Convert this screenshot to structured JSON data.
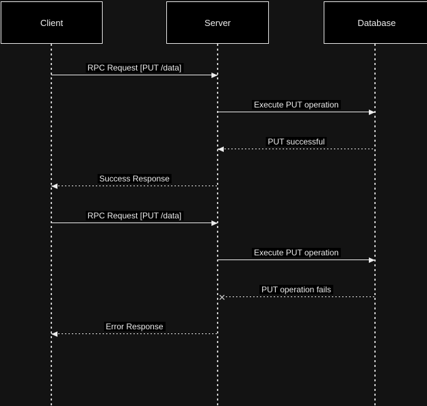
{
  "diagram": {
    "type": "sequence-diagram",
    "actors": [
      {
        "name": "Client"
      },
      {
        "name": "Server"
      },
      {
        "name": "Database"
      }
    ],
    "messages": [
      {
        "from": "Client",
        "to": "Server",
        "label": "RPC Request [PUT /data]",
        "line": "solid",
        "end": "arrowhead"
      },
      {
        "from": "Server",
        "to": "Database",
        "label": "Execute PUT operation",
        "line": "solid",
        "end": "arrowhead"
      },
      {
        "from": "Database",
        "to": "Server",
        "label": "PUT successful",
        "line": "dotted",
        "end": "arrowhead"
      },
      {
        "from": "Server",
        "to": "Client",
        "label": "Success Response",
        "line": "dotted",
        "end": "arrowhead"
      },
      {
        "from": "Client",
        "to": "Server",
        "label": "RPC Request [PUT /data]",
        "line": "solid",
        "end": "arrowhead"
      },
      {
        "from": "Server",
        "to": "Database",
        "label": "Execute PUT operation",
        "line": "solid",
        "end": "arrowhead"
      },
      {
        "from": "Database",
        "to": "Server",
        "label": "PUT operation fails",
        "line": "dotted",
        "end": "cross"
      },
      {
        "from": "Server",
        "to": "Client",
        "label": "Error Response",
        "line": "dotted",
        "end": "arrowhead"
      }
    ],
    "icons": {
      "fail_cross": "✕"
    },
    "colors": {
      "background": "#131313",
      "actor_fill": "#000000",
      "actor_border": "#e6e6e6",
      "text": "#ececec",
      "line": "#ececec",
      "label_bg": "#000000",
      "lifeline": "#c9c9c9"
    }
  }
}
